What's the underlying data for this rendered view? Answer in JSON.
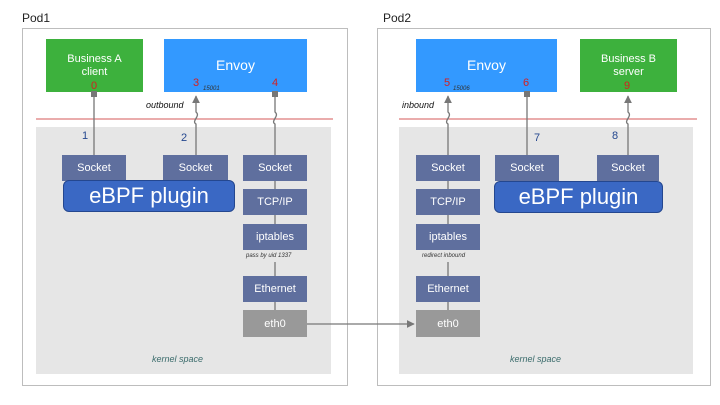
{
  "pods": {
    "pod1": {
      "title": "Pod1",
      "client_label_line1": "Business A",
      "client_label_line2": "client",
      "envoy_label": "Envoy",
      "kernel_label": "kernel space",
      "direction_label": "outbound",
      "ebpf_label": "eBPF plugin",
      "socket_a": "Socket",
      "socket_b": "Socket",
      "socket_c": "Socket",
      "tcpip": "TCP/IP",
      "iptables": "iptables",
      "iptables_note": "pass by uid 1337",
      "ethernet": "Ethernet",
      "eth0": "eth0",
      "port": "15001",
      "num_0": "0",
      "num_1": "1",
      "num_2": "2",
      "num_3": "3",
      "num_4": "4"
    },
    "pod2": {
      "title": "Pod2",
      "server_label_line1": "Business B",
      "server_label_line2": "server",
      "envoy_label": "Envoy",
      "kernel_label": "kernel space",
      "direction_label": "inbound",
      "ebpf_label": "eBPF plugin",
      "socket_a": "Socket",
      "socket_b": "Socket",
      "socket_c": "Socket",
      "tcpip": "TCP/IP",
      "iptables": "iptables",
      "iptables_note": "redirect inbound",
      "ethernet": "Ethernet",
      "eth0": "eth0",
      "port": "15006",
      "num_5": "5",
      "num_6": "6",
      "num_7": "7",
      "num_8": "8",
      "num_9": "9"
    }
  },
  "colors": {
    "business_green": "#3db13d",
    "envoy_blue": "#3399ff",
    "stack_box": "#5f6f9e",
    "ebpf_blue": "#3a68c4",
    "eth0_grey": "#999999",
    "boundary_red": "#d45a5a",
    "step_red": "#d42020",
    "step_blue": "#24478f"
  }
}
